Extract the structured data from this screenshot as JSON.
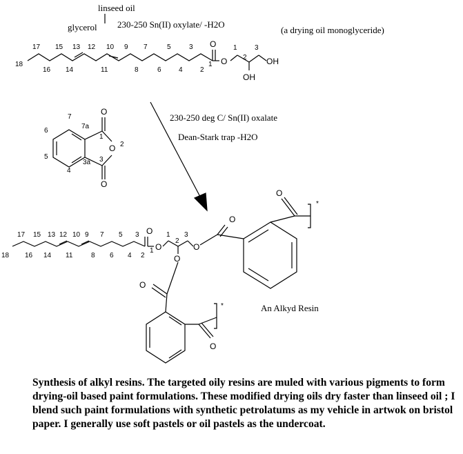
{
  "reaction1": {
    "reagent_linseed": "linseed oil",
    "reagent_glycerol": "glycerol",
    "conditions": "230-250 Sn(II) oxylate/ -H2O",
    "product_note": "(a drying oil monoglyceride)"
  },
  "monoglyceride": {
    "chain_numbers": [
      "18",
      "17",
      "16",
      "15",
      "14",
      "13",
      "12",
      "11",
      "10",
      "9",
      "8",
      "7",
      "6",
      "5",
      "4",
      "3",
      "2",
      "1"
    ],
    "glycerol_numbers": [
      "1",
      "2",
      "3"
    ],
    "atoms": {
      "o": "O",
      "ester_o": "O",
      "oh1": "OH",
      "oh2": "OH"
    }
  },
  "anhydride": {
    "numbers": [
      "7",
      "7a",
      "6",
      "1",
      "2",
      "5",
      "3a",
      "3",
      "4"
    ],
    "atoms": {
      "o_top": "O",
      "o_ring": "O",
      "o_bottom": "O"
    }
  },
  "reaction2": {
    "conditions_line1": "230-250 deg C/ Sn(II) oxalate",
    "conditions_line2": "Dean-Stark trap -H2O"
  },
  "alkyd": {
    "chain_numbers": [
      "18",
      "17",
      "16",
      "15",
      "14",
      "13",
      "12",
      "11",
      "10",
      "9",
      "8",
      "7",
      "6",
      "5",
      "4",
      "3",
      "2",
      "1"
    ],
    "glycerol_numbers": [
      "1",
      "2",
      "3"
    ],
    "atoms": {
      "o_carbonyl": "O",
      "o_ester": "O",
      "o_ester2": "O",
      "o_ester3": "O",
      "o_top_carbonyl": "O",
      "o_top_end": "O",
      "o_left_carbonyl": "O",
      "o_bottom_end": "O"
    },
    "repeat_marker": "*",
    "label": "An Alkyd Resin"
  },
  "caption": "Synthesis of  alkyl resins.  The targeted oily resins are muled with various pigments to form drying-oil based paint formulations. These modified drying oils dry faster than linseed oil ; I blend such paint formulations with synthetic petrolatums as my vehicle in artwok on bristol paper. I generally use soft pastels or oil pastels as the undercoat."
}
